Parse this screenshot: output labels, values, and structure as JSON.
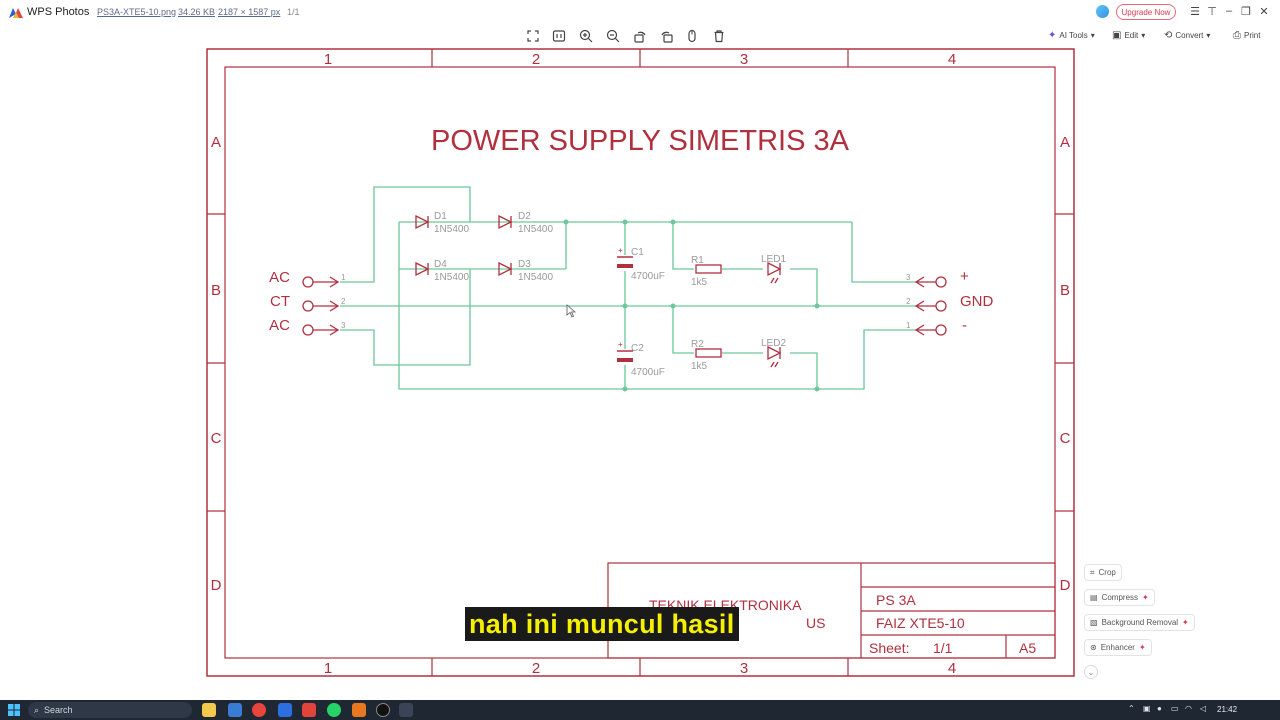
{
  "titlebar": {
    "app_name": "WPS Photos",
    "file_name": "PS3A-XTE5-10.png",
    "file_size": "34.26 KB",
    "dimensions": "2187 × 1587 px",
    "page": "1/1",
    "upgrade_label": "Upgrade Now"
  },
  "toolbar": {
    "ai_tools": "AI Tools",
    "edit": "Edit",
    "convert": "Convert",
    "print": "Print"
  },
  "schematic": {
    "title": "POWER SUPPLY SIMETRIS 3A",
    "columns": [
      "1",
      "2",
      "3",
      "4"
    ],
    "rows": [
      "A",
      "B",
      "C",
      "D"
    ],
    "inputs": [
      "AC",
      "CT",
      "AC"
    ],
    "input_pins": [
      "1",
      "2",
      "3"
    ],
    "outputs": [
      "+",
      "GND",
      "-"
    ],
    "output_pins": [
      "3",
      "2",
      "1"
    ],
    "diodes": [
      {
        "name": "D1",
        "value": "1N5400"
      },
      {
        "name": "D2",
        "value": "1N5400"
      },
      {
        "name": "D4",
        "value": "1N5400"
      },
      {
        "name": "D3",
        "value": "1N5400"
      }
    ],
    "capacitors": [
      {
        "name": "C1",
        "value": "4700uF"
      },
      {
        "name": "C2",
        "value": "4700uF"
      }
    ],
    "resistors": [
      {
        "name": "R1",
        "value": "1k5"
      },
      {
        "name": "R2",
        "value": "1k5"
      }
    ],
    "leds": [
      "LED1",
      "LED2"
    ],
    "title_block": {
      "org_line1": "TEKNIK ELEKTRONIKA",
      "org_line2": "US",
      "project": "PS 3A",
      "author": "FAIZ XTE5-10",
      "sheet_label": "Sheet:",
      "sheet_value": "1/1",
      "size": "A5"
    },
    "colors": {
      "frame": "#b0303e",
      "wire": "#6cc79a",
      "part": "#b0303e",
      "label": "#9a9a9a"
    }
  },
  "side_panel": {
    "crop": "Crop",
    "compress": "Compress",
    "background_removal": "Background Removal",
    "enhancer": "Enhancer"
  },
  "subtitle": "nah ini muncul hasil",
  "taskbar": {
    "search_placeholder": "Search",
    "clock": "21:42"
  }
}
